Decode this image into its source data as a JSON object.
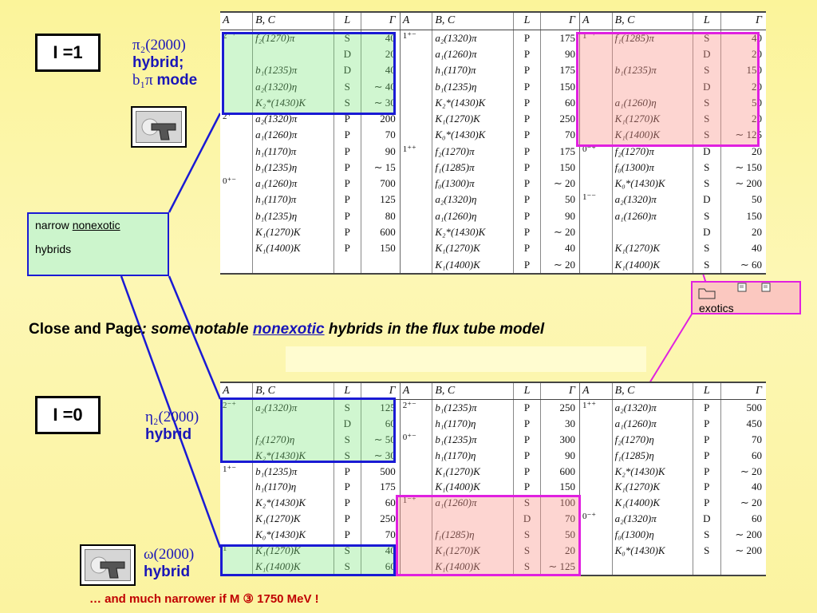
{
  "slide_title": {
    "prefix": "Close and Page",
    "colon": ": ",
    "part1": "some notable ",
    "link": "nonexotic",
    "part2": " hybrids in the flux tube model"
  },
  "isospin_boxes": {
    "upper": "I =1",
    "lower": "I =0"
  },
  "labels": {
    "pi2_state": "π₂(2000)",
    "pi2_hybrid": "hybrid;",
    "pi2_mode_particle": "b₁π",
    "pi2_mode_word": "mode",
    "eta2_state": "η₂(2000)",
    "eta2_hybrid": "hybrid",
    "omega_state": "ω(2000)",
    "omega_hybrid": "hybrid"
  },
  "callouts": {
    "narrow_prefix": "narrow ",
    "narrow_link": "nonexotic",
    "narrow_line2": "hybrids",
    "exotics": "exotics"
  },
  "footnote": "… and much narrower if M ③ 1750  MeV !",
  "icons": [
    "speaker-icon",
    "speaker-icon"
  ],
  "colors": {
    "background": "#fbf49a",
    "highlight_blue": "#1a1ad4",
    "highlight_magenta": "#e020e0",
    "fill_green": "#ccf5cc",
    "fill_pink": "#fbc8c0",
    "footnote_red": "#c00000"
  },
  "table_headers": [
    "A",
    "B, C",
    "L",
    "Γ"
  ],
  "table_top": {
    "panels": [
      {
        "rows": [
          {
            "jpc": "2⁻⁺",
            "bc": "f₂(1270)π",
            "l": "S",
            "g": "40"
          },
          {
            "jpc": "",
            "bc": "",
            "l": "D",
            "g": "20"
          },
          {
            "jpc": "",
            "bc": "b₁(1235)π",
            "l": "D",
            "g": "40"
          },
          {
            "jpc": "",
            "bc": "a₂(1320)η",
            "l": "S",
            "g": "∼ 40"
          },
          {
            "jpc": "",
            "bc": "K₂*(1430)K",
            "l": "S",
            "g": "∼ 30"
          },
          {
            "jpc": "2⁺⁻",
            "bc": "a₂(1320)π",
            "l": "P",
            "g": "200"
          },
          {
            "jpc": "",
            "bc": "a₁(1260)π",
            "l": "P",
            "g": "70"
          },
          {
            "jpc": "",
            "bc": "h₁(1170)π",
            "l": "P",
            "g": "90"
          },
          {
            "jpc": "",
            "bc": "b₁(1235)η",
            "l": "P",
            "g": "∼ 15"
          },
          {
            "jpc": "0⁺⁻",
            "bc": "a₁(1260)π",
            "l": "P",
            "g": "700"
          },
          {
            "jpc": "",
            "bc": "h₁(1170)π",
            "l": "P",
            "g": "125"
          },
          {
            "jpc": "",
            "bc": "b₁(1235)η",
            "l": "P",
            "g": "80"
          },
          {
            "jpc": "",
            "bc": "K₁(1270)K",
            "l": "P",
            "g": "600"
          },
          {
            "jpc": "",
            "bc": "K₁(1400)K",
            "l": "P",
            "g": "150"
          }
        ]
      },
      {
        "rows": [
          {
            "jpc": "1⁺⁻",
            "bc": "a₂(1320)π",
            "l": "P",
            "g": "175"
          },
          {
            "jpc": "",
            "bc": "a₁(1260)π",
            "l": "P",
            "g": "90"
          },
          {
            "jpc": "",
            "bc": "h₁(1170)π",
            "l": "P",
            "g": "175"
          },
          {
            "jpc": "",
            "bc": "b₁(1235)η",
            "l": "P",
            "g": "150"
          },
          {
            "jpc": "",
            "bc": "K₂*(1430)K",
            "l": "P",
            "g": "60"
          },
          {
            "jpc": "",
            "bc": "K₁(1270)K",
            "l": "P",
            "g": "250"
          },
          {
            "jpc": "",
            "bc": "K₀*(1430)K",
            "l": "P",
            "g": "70"
          },
          {
            "jpc": "1⁺⁺",
            "bc": "f₂(1270)π",
            "l": "P",
            "g": "175"
          },
          {
            "jpc": "",
            "bc": "f₁(1285)π",
            "l": "P",
            "g": "150"
          },
          {
            "jpc": "",
            "bc": "f₀(1300)π",
            "l": "P",
            "g": "∼ 20"
          },
          {
            "jpc": "",
            "bc": "a₂(1320)η",
            "l": "P",
            "g": "50"
          },
          {
            "jpc": "",
            "bc": "a₁(1260)η",
            "l": "P",
            "g": "90"
          },
          {
            "jpc": "",
            "bc": "K₂*(1430)K",
            "l": "P",
            "g": "∼ 20"
          },
          {
            "jpc": "",
            "bc": "K₁(1270)K",
            "l": "P",
            "g": "40"
          },
          {
            "jpc": "",
            "bc": "K₁(1400)K",
            "l": "P",
            "g": "∼ 20"
          }
        ]
      },
      {
        "rows": [
          {
            "jpc": "1⁻⁺",
            "bc": "f₁(1285)π",
            "l": "S",
            "g": "40"
          },
          {
            "jpc": "",
            "bc": "",
            "l": "D",
            "g": "20"
          },
          {
            "jpc": "",
            "bc": "b₁(1235)π",
            "l": "S",
            "g": "150"
          },
          {
            "jpc": "",
            "bc": "",
            "l": "D",
            "g": "20"
          },
          {
            "jpc": "",
            "bc": "a₁(1260)η",
            "l": "S",
            "g": "50"
          },
          {
            "jpc": "",
            "bc": "K₁(1270)K",
            "l": "S",
            "g": "20"
          },
          {
            "jpc": "",
            "bc": "K₁(1400)K",
            "l": "S",
            "g": "∼ 125"
          },
          {
            "jpc": "0⁻⁺",
            "bc": "f₂(1270)π",
            "l": "D",
            "g": "20"
          },
          {
            "jpc": "",
            "bc": "f₀(1300)π",
            "l": "S",
            "g": "∼ 150"
          },
          {
            "jpc": "",
            "bc": "K₀*(1430)K",
            "l": "S",
            "g": "∼ 200"
          },
          {
            "jpc": "1⁻⁻",
            "bc": "a₂(1320)π",
            "l": "D",
            "g": "50"
          },
          {
            "jpc": "",
            "bc": "a₁(1260)π",
            "l": "S",
            "g": "150"
          },
          {
            "jpc": "",
            "bc": "",
            "l": "D",
            "g": "20"
          },
          {
            "jpc": "",
            "bc": "K₁(1270)K",
            "l": "S",
            "g": "40"
          },
          {
            "jpc": "",
            "bc": "K₁(1400)K",
            "l": "S",
            "g": "∼ 60"
          }
        ]
      }
    ]
  },
  "table_bottom": {
    "panels": [
      {
        "rows": [
          {
            "jpc": "2⁻⁺",
            "bc": "a₂(1320)π",
            "l": "S",
            "g": "125"
          },
          {
            "jpc": "",
            "bc": "",
            "l": "D",
            "g": "60"
          },
          {
            "jpc": "",
            "bc": "f₂(1270)η",
            "l": "S",
            "g": "∼ 50"
          },
          {
            "jpc": "",
            "bc": "K₂*(1430)K",
            "l": "S",
            "g": "∼ 30"
          },
          {
            "jpc": "1⁺⁻",
            "bc": "b₁(1235)π",
            "l": "P",
            "g": "500"
          },
          {
            "jpc": "",
            "bc": "h₁(1170)η",
            "l": "P",
            "g": "175"
          },
          {
            "jpc": "",
            "bc": "K₂*(1430)K",
            "l": "P",
            "g": "60"
          },
          {
            "jpc": "",
            "bc": "K₁(1270)K",
            "l": "P",
            "g": "250"
          },
          {
            "jpc": "",
            "bc": "K₀*(1430)K",
            "l": "P",
            "g": "70"
          },
          {
            "jpc": "1⁻⁻",
            "bc": "K₁(1270)K",
            "l": "S",
            "g": "40"
          },
          {
            "jpc": "",
            "bc": "K₁(1400)K",
            "l": "S",
            "g": "60"
          }
        ]
      },
      {
        "rows": [
          {
            "jpc": "2⁺⁻",
            "bc": "b₁(1235)π",
            "l": "P",
            "g": "250"
          },
          {
            "jpc": "",
            "bc": "h₁(1170)η",
            "l": "P",
            "g": "30"
          },
          {
            "jpc": "0⁺⁻",
            "bc": "b₁(1235)π",
            "l": "P",
            "g": "300"
          },
          {
            "jpc": "",
            "bc": "h₁(1170)η",
            "l": "P",
            "g": "90"
          },
          {
            "jpc": "",
            "bc": "K₁(1270)K",
            "l": "P",
            "g": "600"
          },
          {
            "jpc": "",
            "bc": "K₁(1400)K",
            "l": "P",
            "g": "150"
          },
          {
            "jpc": "1⁻⁺",
            "bc": "a₁(1260)π",
            "l": "S",
            "g": "100"
          },
          {
            "jpc": "",
            "bc": "",
            "l": "D",
            "g": "70"
          },
          {
            "jpc": "",
            "bc": "f₁(1285)η",
            "l": "S",
            "g": "50"
          },
          {
            "jpc": "",
            "bc": "K₁(1270)K",
            "l": "S",
            "g": "20"
          },
          {
            "jpc": "",
            "bc": "K₁(1400)K",
            "l": "S",
            "g": "∼ 125"
          }
        ]
      },
      {
        "rows": [
          {
            "jpc": "1⁺⁺",
            "bc": "a₂(1320)π",
            "l": "P",
            "g": "500"
          },
          {
            "jpc": "",
            "bc": "a₁(1260)π",
            "l": "P",
            "g": "450"
          },
          {
            "jpc": "",
            "bc": "f₂(1270)η",
            "l": "P",
            "g": "70"
          },
          {
            "jpc": "",
            "bc": "f₁(1285)η",
            "l": "P",
            "g": "60"
          },
          {
            "jpc": "",
            "bc": "K₂*(1430)K",
            "l": "P",
            "g": "∼ 20"
          },
          {
            "jpc": "",
            "bc": "K₁(1270)K",
            "l": "P",
            "g": "40"
          },
          {
            "jpc": "",
            "bc": "K₁(1400)K",
            "l": "P",
            "g": "∼ 20"
          },
          {
            "jpc": "0⁻⁺",
            "bc": "a₂(1320)π",
            "l": "D",
            "g": "60"
          },
          {
            "jpc": "",
            "bc": "f₀(1300)η",
            "l": "S",
            "g": "∼ 200"
          },
          {
            "jpc": "",
            "bc": "K₀*(1430)K",
            "l": "S",
            "g": "∼ 200"
          },
          {
            "jpc": "",
            "bc": "",
            "l": "",
            "g": ""
          }
        ]
      }
    ]
  }
}
